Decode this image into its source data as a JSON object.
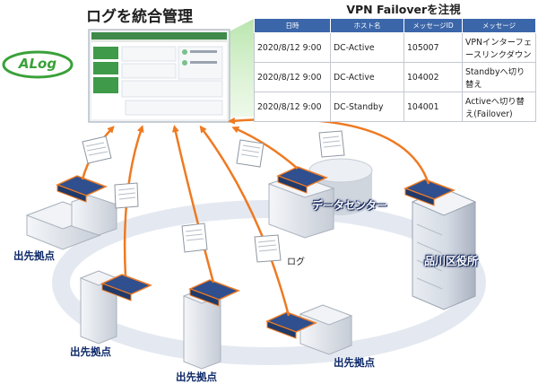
{
  "header": {
    "title": "ログを統合管理"
  },
  "logo": {
    "text": "ALog",
    "color": "#3aa13a"
  },
  "vpn_table": {
    "title": "VPN Failoverを注視",
    "columns": [
      "日時",
      "ホスト名",
      "メッセージID",
      "メッセージ"
    ],
    "rows": [
      {
        "datetime": "2020/8/12 9:00",
        "host": "DC-Active",
        "message_id": "105007",
        "message": "VPNインターフェースリンクダウン"
      },
      {
        "datetime": "2020/8/12 9:00",
        "host": "DC-Active",
        "message_id": "104002",
        "message": "Standbyへ切り替え"
      },
      {
        "datetime": "2020/8/12 9:00",
        "host": "DC-Standby",
        "message_id": "104001",
        "message": "Activeへ切り替え(Failover)"
      }
    ],
    "header_color": "#3b66a9"
  },
  "labels": {
    "datacenter": "データセンター",
    "shinagawa": "品川区役所",
    "branch_left": "出先拠点",
    "branch_bottom_left": "出先拠点",
    "branch_bottom_center": "出先拠点",
    "branch_bottom_right": "出先拠点",
    "log": "ログ"
  },
  "colors": {
    "arrow": "#ee7a22",
    "router": "#2f4f8f",
    "router_edge": "#ee7a22",
    "ring": "#e4e9f1"
  }
}
